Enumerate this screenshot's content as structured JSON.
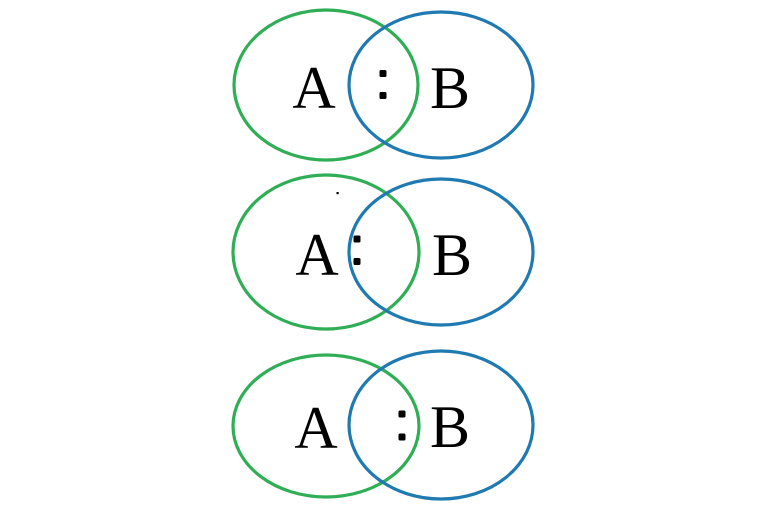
{
  "colors": {
    "background": "#ffffff",
    "green_ellipse": "#2fae55",
    "blue_ellipse": "#1e7ab0",
    "text": "#000000"
  },
  "diagrams": [
    {
      "label_left": "A",
      "label_right": "B",
      "electron_pair": {
        "symbol": ":",
        "position": "centered in overlap between A and B"
      }
    },
    {
      "label_left": "A",
      "label_right": "B",
      "electron_pair": {
        "symbol": ":",
        "position": "left side of overlap, next to A"
      }
    },
    {
      "label_left": "A",
      "label_right": "B",
      "electron_pair": {
        "symbol": ":",
        "position": "right side of overlap, next to B"
      }
    }
  ]
}
